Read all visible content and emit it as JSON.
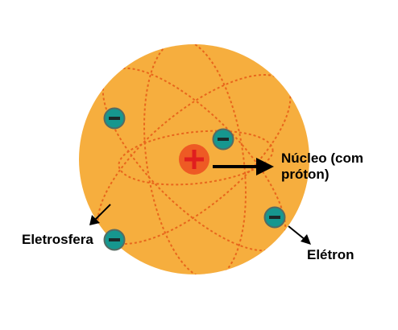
{
  "labels": {
    "nucleus_line1": "Núcleo (com",
    "nucleus_line2": "próton)",
    "electrosphere": "Eletrosfera",
    "electron": "Elétron"
  },
  "symbols": {
    "nucleus": "+",
    "electron": "−"
  },
  "colors": {
    "electrosphere": "#f6ae3e",
    "orbit": "#e8661c",
    "nucleus_fill": "#ee5a24",
    "nucleus_sign": "#e01e1e",
    "electron_fill": "#16978f",
    "electron_ring": "#556b63",
    "electron_sign": "#1b2a2a",
    "arrow": "#000000"
  },
  "icons": {
    "nucleus": "proton-plus-icon",
    "electron": "electron-minus-icon"
  }
}
